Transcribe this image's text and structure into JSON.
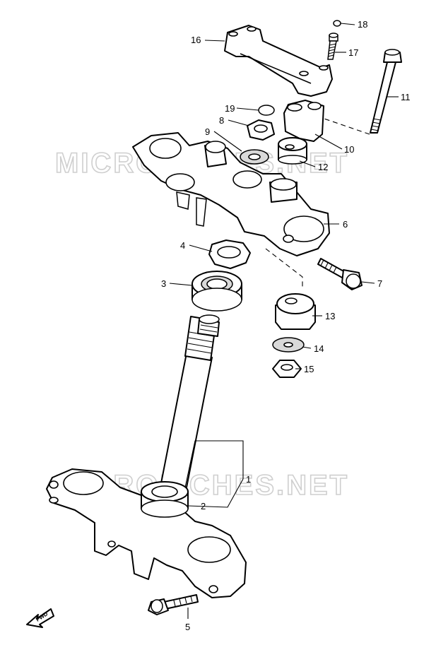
{
  "watermarks": [
    "MICROFICHES.NET",
    "MICROFICHES.NET"
  ],
  "fwd_label": "FWD",
  "callouts": [
    {
      "id": "1",
      "label": "1"
    },
    {
      "id": "2",
      "label": "2"
    },
    {
      "id": "3",
      "label": "3"
    },
    {
      "id": "4",
      "label": "4"
    },
    {
      "id": "5",
      "label": "5"
    },
    {
      "id": "6",
      "label": "6"
    },
    {
      "id": "7",
      "label": "7"
    },
    {
      "id": "8",
      "label": "8"
    },
    {
      "id": "9",
      "label": "9"
    },
    {
      "id": "10",
      "label": "10"
    },
    {
      "id": "11",
      "label": "11"
    },
    {
      "id": "12",
      "label": "12"
    },
    {
      "id": "13",
      "label": "13"
    },
    {
      "id": "14",
      "label": "14"
    },
    {
      "id": "15",
      "label": "15"
    },
    {
      "id": "16",
      "label": "16"
    },
    {
      "id": "17",
      "label": "17"
    },
    {
      "id": "18",
      "label": "18"
    },
    {
      "id": "19",
      "label": "19"
    }
  ]
}
